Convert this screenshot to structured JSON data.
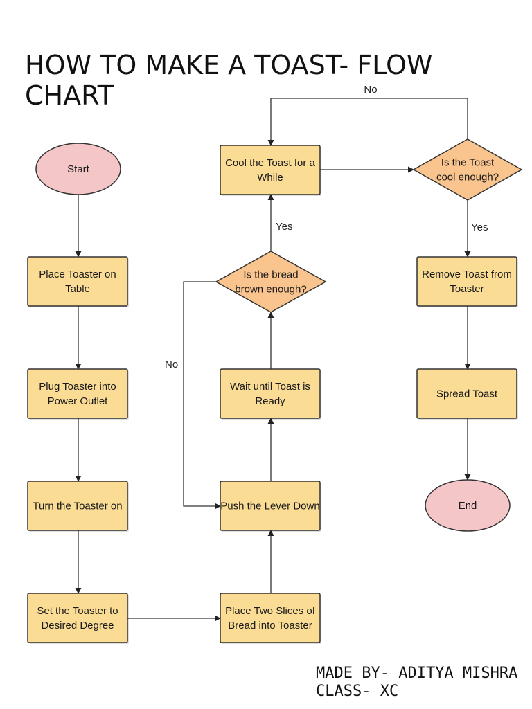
{
  "title": {
    "line1": "HOW TO MAKE A TOAST- FLOW",
    "line2": "CHART"
  },
  "colors": {
    "process": "#fbdc95",
    "decision": "#f9c48e",
    "terminal": "#f5c6c8",
    "stroke": "#333333"
  },
  "nodes": {
    "start": "Start",
    "place_toaster": [
      "Place Toaster on",
      "Table"
    ],
    "plug_toaster": [
      "Plug Toaster into",
      "Power Outlet"
    ],
    "turn_on": [
      "Turn the Toaster on"
    ],
    "set_degree": [
      "Set the Toaster to",
      "Desired Degree"
    ],
    "place_slices": [
      "Place Two Slices of",
      "Bread into Toaster"
    ],
    "push_lever": [
      "Push the Lever Down"
    ],
    "wait": [
      "Wait until Toast is",
      "Ready"
    ],
    "bread_brown": [
      "Is the bread",
      "brown enough?"
    ],
    "cool_toast": [
      "Cool the Toast for a",
      "While"
    ],
    "toast_cool": [
      "Is the Toast",
      "cool enough?"
    ],
    "remove_toast": [
      "Remove Toast from",
      "Toaster"
    ],
    "spread_toast": [
      "Spread Toast"
    ],
    "end": "End"
  },
  "edge_labels": {
    "yes_brown": "Yes",
    "no_brown": "No",
    "yes_cool": "Yes",
    "no_cool": "No"
  },
  "footer": {
    "made_by": "MADE BY- ADITYA MISHRA",
    "class": "CLASS- XC"
  }
}
